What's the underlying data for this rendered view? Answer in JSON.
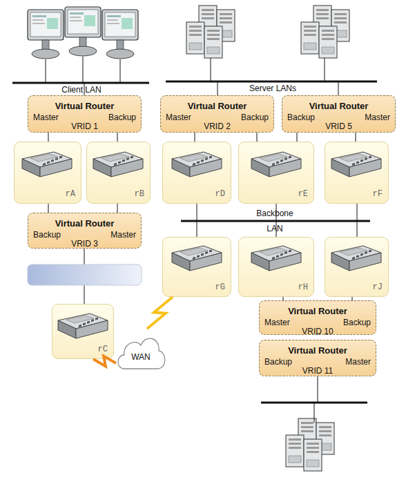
{
  "diagram": {
    "nodes": [
      {
        "text": [
          "Virtual Router",
          "Master",
          "Backup",
          "VRID 1"
        ]
      },
      {
        "text": [
          "Virtual Router",
          "Master",
          "Backup",
          "VRID 2"
        ]
      },
      {
        "text": [
          "Virtual Router",
          "Backup",
          "Master",
          "VRID 5"
        ]
      },
      {
        "text": [
          "rA"
        ]
      },
      {
        "text": [
          "rB"
        ]
      },
      {
        "text": [
          "rD"
        ]
      },
      {
        "text": [
          "rE"
        ]
      },
      {
        "text": [
          "rF"
        ]
      },
      {
        "text": [
          "Virtual Router",
          "Backup",
          "Master",
          "VRID 3"
        ]
      },
      {
        "text": [
          "rG"
        ]
      },
      {
        "text": [
          "rH"
        ]
      },
      {
        "text": [
          "rJ"
        ]
      },
      {
        "text": [
          "rC"
        ]
      },
      {
        "text": [
          "WAN"
        ]
      },
      {
        "text": [
          "Virtual Router",
          "Master",
          "Backup",
          "VRID 10"
        ]
      },
      {
        "text": [
          "Virtual Router",
          "Backup",
          "Master",
          "VRID 11"
        ]
      }
    ],
    "edges": [
      {
        "from": 0,
        "to": 3,
        "arrow": "none"
      },
      {
        "from": 0,
        "to": 4,
        "arrow": "none"
      },
      {
        "from": 1,
        "to": 5,
        "arrow": "none"
      },
      {
        "from": 1,
        "to": 6,
        "arrow": "none"
      },
      {
        "from": 2,
        "to": 6,
        "arrow": "none"
      },
      {
        "from": 2,
        "to": 7,
        "arrow": "none"
      },
      {
        "from": 3,
        "to": 8,
        "arrow": "none"
      },
      {
        "from": 4,
        "to": 8,
        "arrow": "none"
      },
      {
        "from": 12,
        "to": 13,
        "arrow": "none"
      },
      {
        "from": 9,
        "to": 13,
        "arrow": "none"
      },
      {
        "from": 10,
        "to": 14,
        "arrow": "none"
      },
      {
        "from": 11,
        "to": 14,
        "arrow": "none"
      }
    ],
    "labels": [
      "Client LAN",
      "Server LANs",
      "Backbone",
      "LAN"
    ]
  }
}
